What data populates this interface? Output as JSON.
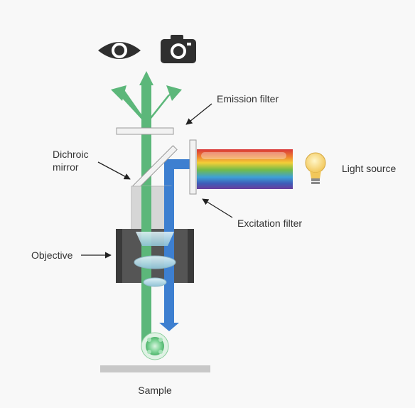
{
  "labels": {
    "emission_filter": "Emission filter",
    "dichroic_line1": "Dichroic",
    "dichroic_line2": "mirror",
    "light_source": "Light source",
    "excitation_filter": "Excitation filter",
    "objective": "Objective",
    "sample": "Sample"
  },
  "icons": {
    "viewer": "eye-icon",
    "detector": "camera-icon",
    "lamp": "light-bulb-icon",
    "fluorophore": "fluorescent-sample-icon"
  },
  "colors": {
    "emission": "#5cb77a",
    "excitation": "#3d7fd0",
    "housing": "#3a3a3a",
    "filter": "#f2f2f2",
    "bulb": "#f6d680"
  }
}
